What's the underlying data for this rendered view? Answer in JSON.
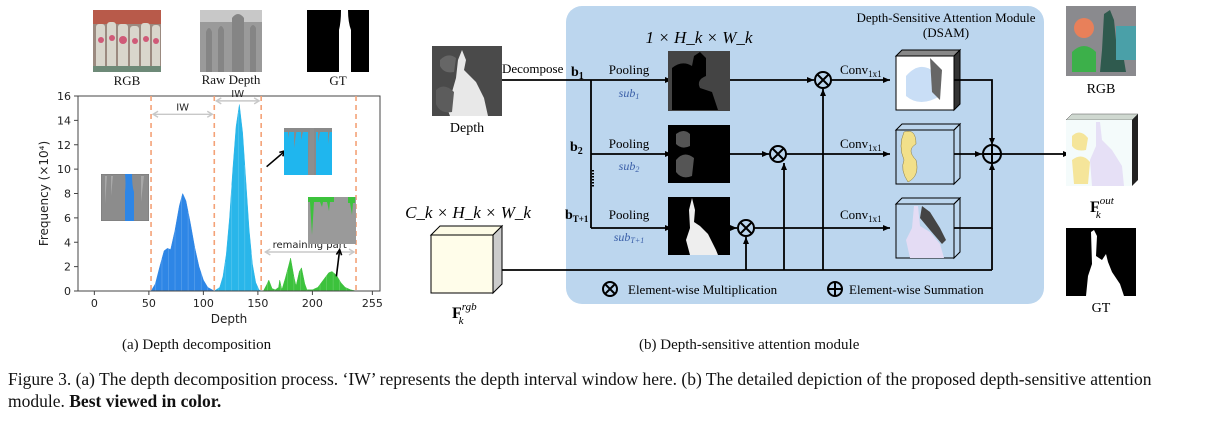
{
  "panel_a": {
    "thumb_labels": {
      "rgb": "RGB",
      "raw_depth": "Raw Depth",
      "gt": "GT"
    },
    "subcaption": "(a)  Depth decomposition"
  },
  "panel_b": {
    "input_depth_label": "Depth",
    "decompose_label": "Decompose",
    "module_title_line1": "Depth-Sensitive Attention Module",
    "module_title_line2": "(DSAM)",
    "feature_shape_top": "1 × H_k × W_k",
    "feature_shape_rgb": "C_k × H_k × W_k",
    "rgb_feature_label": "F_k^rgb",
    "out_feature_label": "F_k^out",
    "branches": [
      {
        "b": "b",
        "b_sub": "1",
        "pool": "Pooling",
        "sub": "sub",
        "sub_idx": "1",
        "conv": "Conv",
        "conv_sub": "1x1"
      },
      {
        "b": "b",
        "b_sub": "2",
        "pool": "Pooling",
        "sub": "sub",
        "sub_idx": "2",
        "conv": "Conv",
        "conv_sub": "1x1"
      },
      {
        "b": "b",
        "b_sub": "T+1",
        "pool": "Pooling",
        "sub": "sub",
        "sub_idx": "T+1",
        "conv": "Conv",
        "conv_sub": "1x1"
      }
    ],
    "legend": {
      "mult": "Element-wise Multiplication",
      "sum": "Element-wise Summation"
    },
    "right_labels": {
      "rgb": "RGB",
      "gt": "GT"
    },
    "subcaption": "(b)  Depth-sensitive attention module",
    "colors": {
      "module_bg": "#bcd6ee",
      "sub_text": "#3a5fa8"
    }
  },
  "caption": {
    "prefix": "Figure 3.  (a) The depth decomposition process. ‘IW’ represents the depth interval window here. (b) The detailed depiction of the proposed depth-sensitive attention module. ",
    "bold": "Best viewed in color."
  },
  "chart_data": {
    "type": "area",
    "title": "",
    "xlabel": "Depth",
    "ylabel": "Frequency (×10⁴)",
    "xlim": [
      -15,
      262
    ],
    "ylim": [
      0,
      16
    ],
    "xticks": [
      0,
      50,
      100,
      150,
      200,
      255
    ],
    "yticks": [
      0,
      2,
      4,
      6,
      8,
      10,
      12,
      14,
      16
    ],
    "grid": false,
    "series": [
      {
        "name": "IW 1",
        "color": "#2e86e6",
        "x": [
          52,
          56,
          60,
          64,
          67,
          70,
          74,
          78,
          81,
          84,
          88,
          92,
          96,
          100,
          104,
          108,
          110
        ],
        "y": [
          0,
          0.6,
          2.0,
          3.3,
          3.5,
          3.4,
          5.0,
          7.0,
          8.0,
          7.4,
          5.6,
          3.6,
          2.0,
          0.9,
          0.3,
          0.1,
          0
        ]
      },
      {
        "name": "IW 2",
        "color": "#29b6ea",
        "x": [
          110,
          115,
          118,
          121,
          124,
          127,
          130,
          133,
          136,
          139,
          142,
          145,
          148,
          151,
          153
        ],
        "y": [
          0,
          0.3,
          1.2,
          3.0,
          6.0,
          10.0,
          13.5,
          15.3,
          13.0,
          9.0,
          5.0,
          2.2,
          0.7,
          0.1,
          0
        ]
      },
      {
        "name": "remaining part",
        "color": "#3cc23c",
        "x": [
          155,
          158,
          160,
          163,
          166,
          169,
          170,
          172,
          175,
          178,
          180,
          183,
          185,
          188,
          190,
          193,
          195,
          200,
          205,
          210,
          215,
          218,
          222,
          226,
          230,
          235,
          240
        ],
        "y": [
          0,
          0.5,
          0.9,
          0.2,
          0.1,
          0.3,
          0.9,
          0.1,
          1.0,
          2.0,
          2.7,
          1.2,
          0.4,
          1.6,
          1.9,
          0.6,
          0.1,
          0.1,
          0.3,
          0.9,
          1.5,
          1.6,
          1.3,
          0.7,
          0.3,
          0.1,
          0
        ]
      }
    ],
    "annotations": [
      {
        "text": "IW",
        "from": 52,
        "to": 110,
        "level": 14.5
      },
      {
        "text": "IW",
        "from": 110,
        "to": 153,
        "level": 15.6
      },
      {
        "text": "remaining part",
        "from": 155,
        "to": 240,
        "level": 3.2
      }
    ],
    "vlines": [
      52,
      110,
      153,
      240
    ]
  }
}
